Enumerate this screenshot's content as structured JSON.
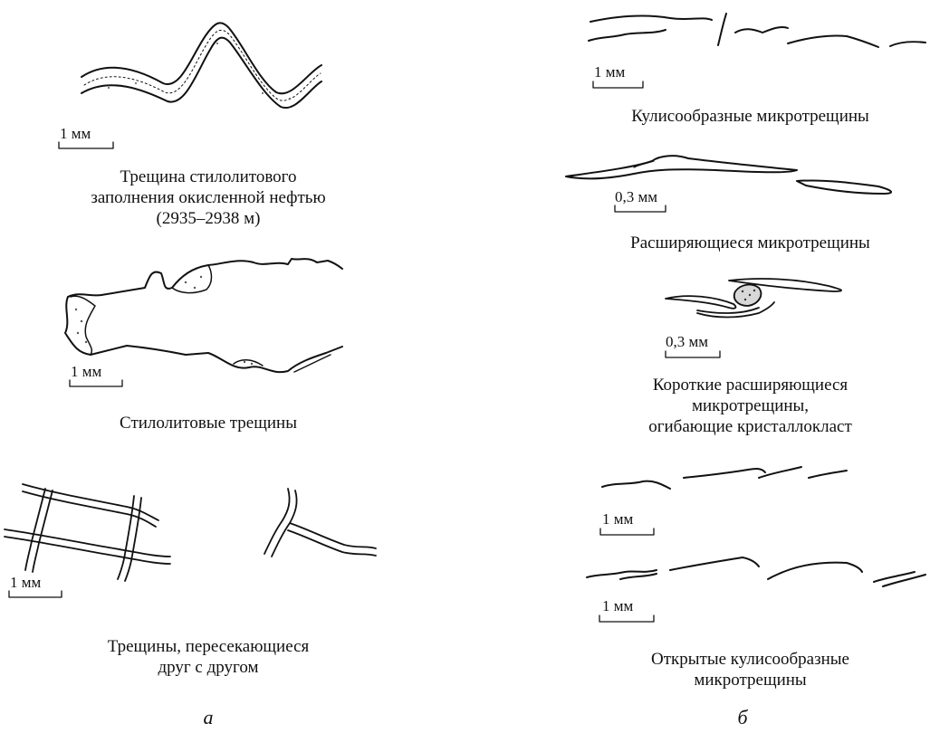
{
  "panels": {
    "a": {
      "label": "а",
      "items": [
        {
          "scale": "1 мм",
          "caption": [
            "Трещина стилолитового",
            "заполнения окисленной нефтью",
            "(2935–2938 м)"
          ]
        },
        {
          "scale": "1 мм",
          "caption": [
            "Стилолитовые трещины"
          ]
        },
        {
          "scale": "1 мм",
          "caption": [
            "Трещины, пересекающиеся",
            "друг с другом"
          ]
        }
      ]
    },
    "b": {
      "label": "б",
      "items": [
        {
          "scale": "1 мм",
          "caption": [
            "Кулисообразные микротрещины"
          ]
        },
        {
          "scale": "0,3 мм",
          "caption": [
            "Расширяющиеся микротрещины"
          ]
        },
        {
          "scale": "0,3 мм",
          "caption": [
            "Короткие расширяющиеся",
            "микротрещины,",
            "огибающие кристаллокласт"
          ]
        },
        {
          "scale": "1 мм",
          "caption": []
        },
        {
          "scale": "1 мм",
          "caption": [
            "Открытые кулисообразные",
            "микротрещины"
          ]
        }
      ]
    }
  }
}
